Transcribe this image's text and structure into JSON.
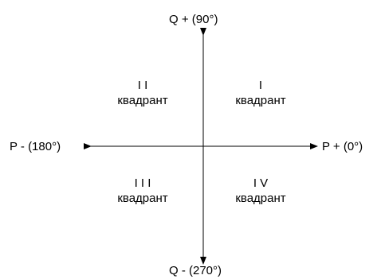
{
  "axes": {
    "top_label": "Q + (90°)",
    "bottom_label": "Q - (270°)",
    "left_label": "P -  (180°)",
    "right_label": "P +  (0°)"
  },
  "quadrants": [
    {
      "numeral": "I",
      "name": "квадрант"
    },
    {
      "numeral": "I I",
      "name": "квадрант"
    },
    {
      "numeral": "I I I",
      "name": "квадрант"
    },
    {
      "numeral": "I V",
      "name": "квадрант"
    }
  ],
  "colors": {
    "line": "#000000",
    "text": "#000000",
    "background": "#ffffff"
  }
}
